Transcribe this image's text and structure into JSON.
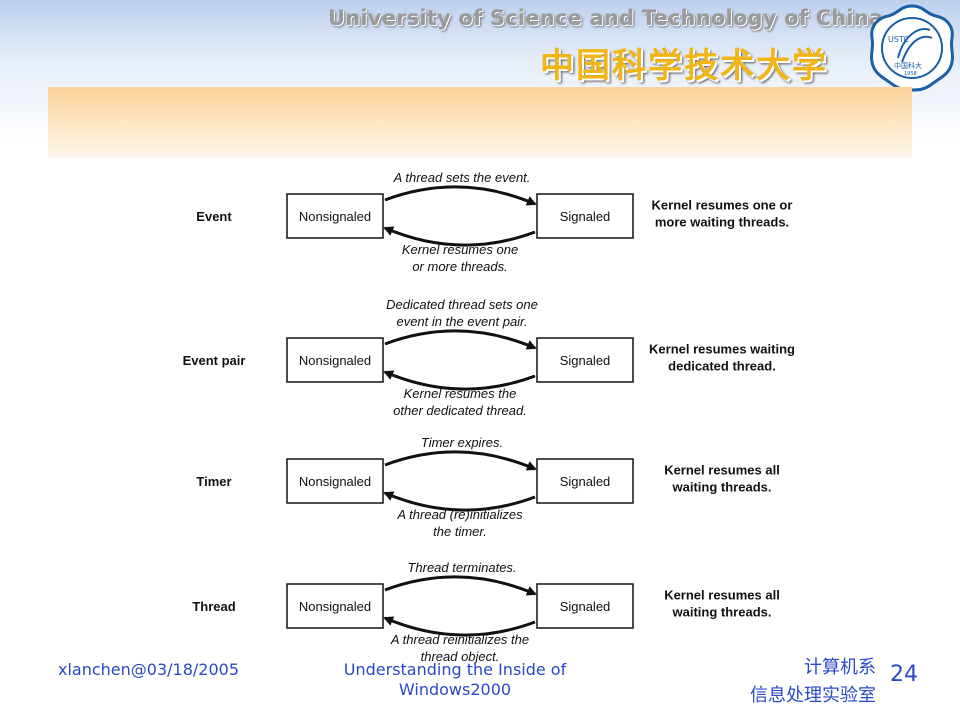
{
  "header": {
    "university_en": "University of Science and Technology of China",
    "university_cn": "中国科学技术大学",
    "logo_text_top": "USTC",
    "logo_text_cn": "中国科大",
    "logo_year": "1958"
  },
  "diagram": {
    "rows": [
      {
        "label": "Event",
        "left_state": "Nonsignaled",
        "right_state": "Signaled",
        "top_text": [
          "A thread sets the event."
        ],
        "bottom_text": [
          "Kernel resumes one",
          "or more threads."
        ],
        "result": [
          "Kernel resumes one or",
          "more waiting threads."
        ]
      },
      {
        "label": "Event pair",
        "left_state": "Nonsignaled",
        "right_state": "Signaled",
        "top_text": [
          "Dedicated thread sets one",
          "event in the event pair."
        ],
        "bottom_text": [
          "Kernel resumes the",
          "other dedicated thread."
        ],
        "result": [
          "Kernel resumes waiting",
          "dedicated thread."
        ]
      },
      {
        "label": "Timer",
        "left_state": "Nonsignaled",
        "right_state": "Signaled",
        "top_text": [
          "Timer expires."
        ],
        "bottom_text": [
          "A thread (re)initializes",
          "the timer."
        ],
        "result": [
          "Kernel resumes all",
          "waiting threads."
        ]
      },
      {
        "label": "Thread",
        "left_state": "Nonsignaled",
        "right_state": "Signaled",
        "top_text": [
          "Thread terminates."
        ],
        "bottom_text": [
          "A thread reinitializes the",
          "thread object."
        ],
        "result": [
          "Kernel resumes all",
          "waiting threads."
        ]
      }
    ]
  },
  "footer": {
    "author_date": "xlanchen@03/18/2005",
    "title_line1": "Understanding the Inside of",
    "title_line2": "Windows2000",
    "dept_line1": "计算机系",
    "dept_line2": "信息处理实验室",
    "page_number": "24"
  },
  "colors": {
    "footer_text": "#2a49c8",
    "title_cn": "#f2b516",
    "logo_blue": "#1a5fa8"
  }
}
